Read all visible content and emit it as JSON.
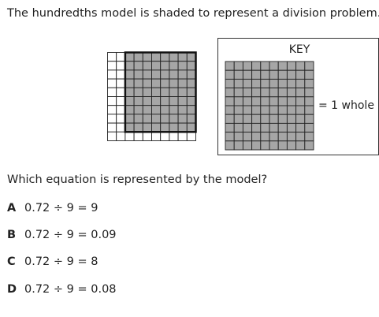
{
  "intro_text": "The hundredths model is shaded to represent a division problem.",
  "model": {
    "grid_size": 10,
    "shaded_rows": 9,
    "shaded_columns": 8,
    "shaded_fraction": 0.72,
    "shade_color": "#a6a6a6"
  },
  "key": {
    "title": "KEY",
    "label": "= 1 whole",
    "grid_size": 10,
    "shaded_fraction": 1.0,
    "shade_color": "#a6a6a6"
  },
  "question": "Which equation is represented by the model?",
  "options": [
    {
      "letter": "A",
      "text": "0.72 ÷ 9 = 9"
    },
    {
      "letter": "B",
      "text": "0.72 ÷ 9 = 0.09"
    },
    {
      "letter": "C",
      "text": "0.72 ÷ 9 = 8"
    },
    {
      "letter": "D",
      "text": "0.72 ÷ 9 = 0.08"
    }
  ]
}
